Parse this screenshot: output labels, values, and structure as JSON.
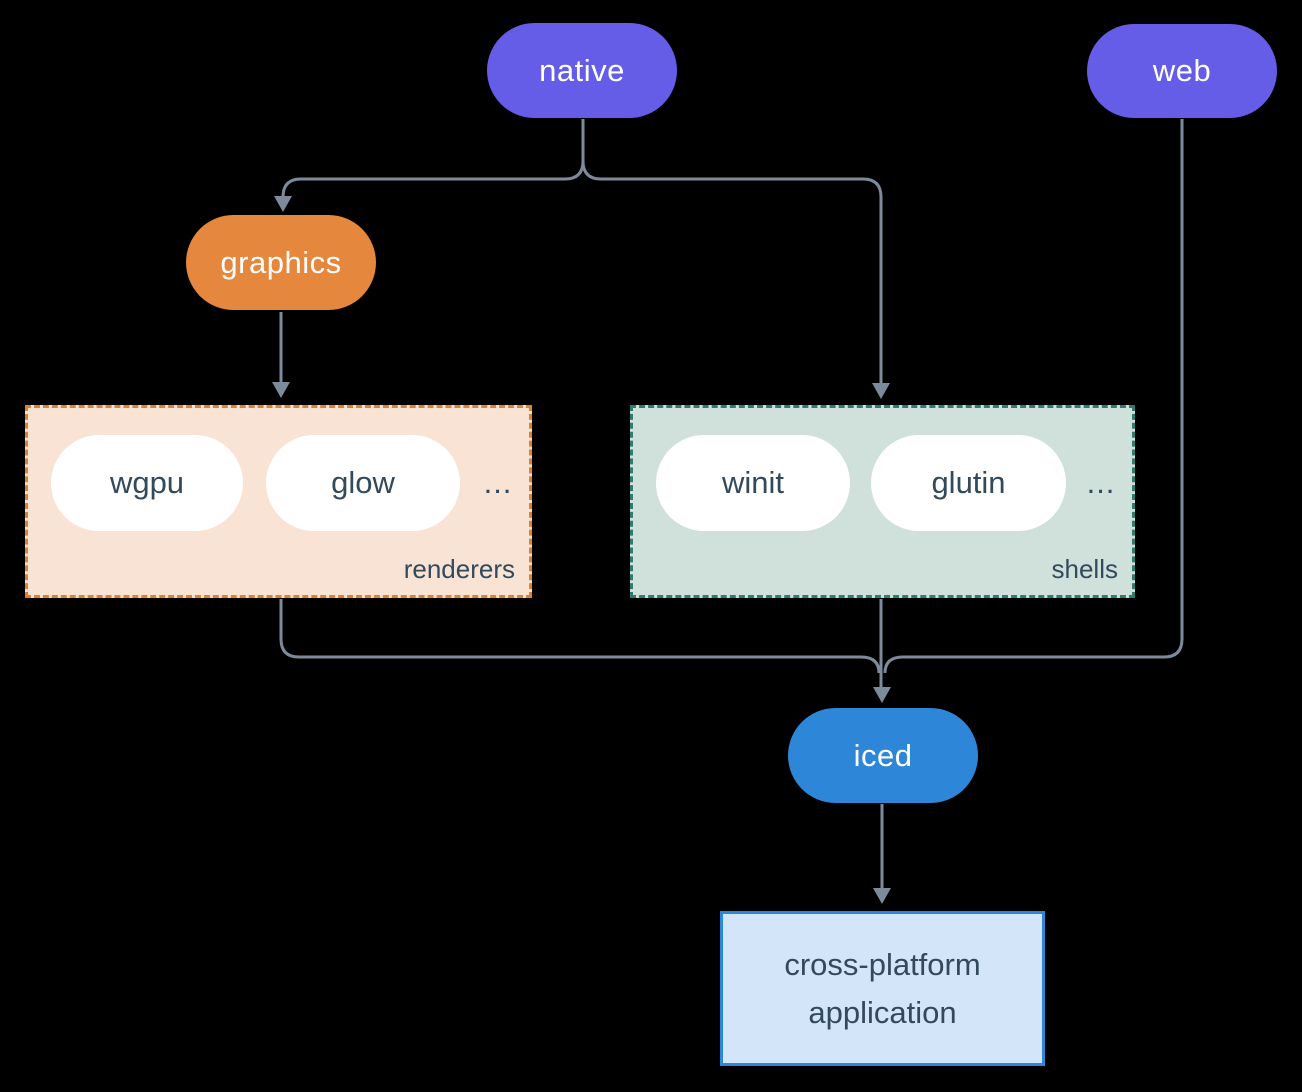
{
  "diagram": {
    "background_color": "#000000",
    "connector_color": "#7c8b9b",
    "nodes": {
      "native": {
        "label": "native",
        "bg": "#655ce8",
        "text_color": "#ffffff"
      },
      "web": {
        "label": "web",
        "bg": "#655ce8",
        "text_color": "#ffffff"
      },
      "graphics": {
        "label": "graphics",
        "bg": "#e5873c",
        "text_color": "#ffffff"
      },
      "iced": {
        "label": "iced",
        "bg": "#2e86d8",
        "text_color": "#ffffff"
      },
      "application": {
        "label_line1": "cross-platform",
        "label_line2": "application",
        "bg": "#d3e5f8",
        "border_color": "#2e86d8",
        "text_color": "#33495c"
      }
    },
    "groups": {
      "renderers": {
        "label": "renderers",
        "bg": "#f9e3d4",
        "border_color": "#e0812f",
        "items": [
          "wgpu",
          "glow"
        ],
        "ellipsis": "...",
        "item_text_color": "#33495c"
      },
      "shells": {
        "label": "shells",
        "bg": "#d0e1dc",
        "border_color": "#2e7d6e",
        "items": [
          "winit",
          "glutin"
        ],
        "ellipsis": "...",
        "item_text_color": "#33495c"
      }
    },
    "edges": [
      "native -> graphics",
      "native -> shells",
      "graphics -> renderers",
      "renderers -> iced",
      "shells -> iced",
      "web -> iced",
      "iced -> application"
    ]
  }
}
